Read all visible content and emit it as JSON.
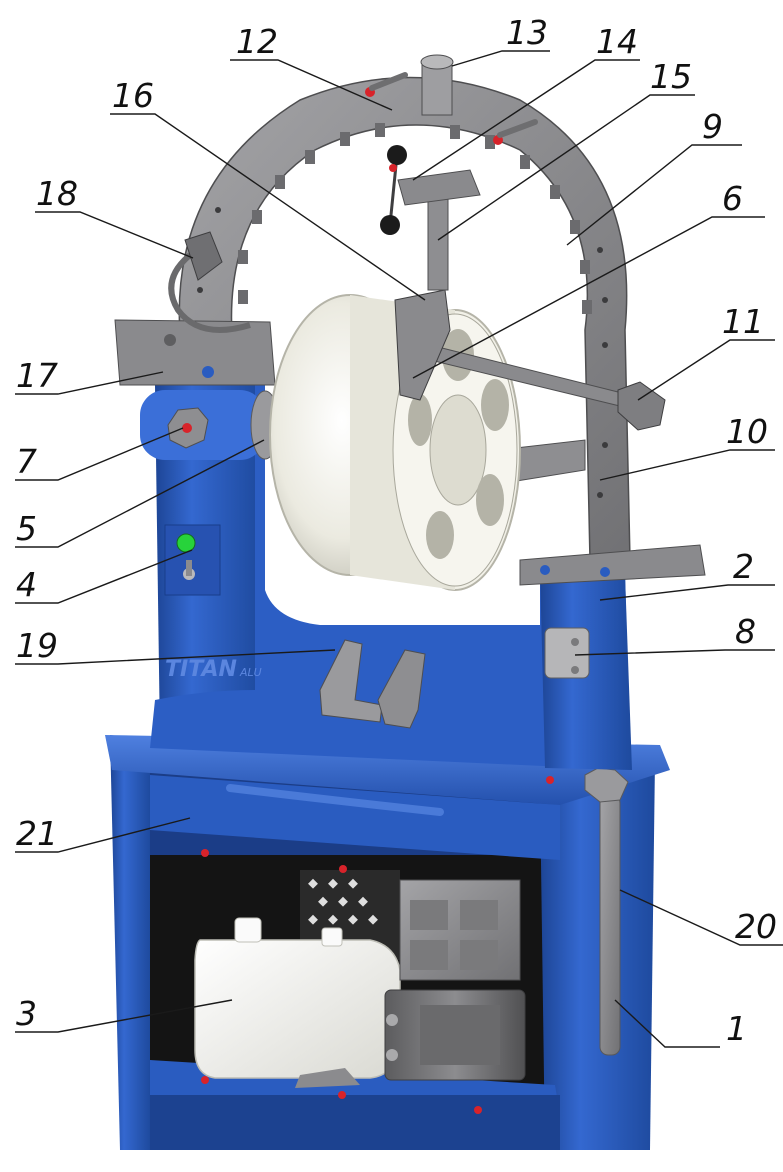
{
  "machine": {
    "brand_text": "TITAN",
    "brand_suffix": "ALU",
    "body_color": "#2d5fc4",
    "body_dark": "#1f4596",
    "frame_color": "#8b8b8e",
    "wheel_color": "#efeee6",
    "tank_color": "#f5f5f0",
    "motor_color": "#6e6e70",
    "indicator_color": "#27d33b",
    "marker_color": "#d8232a"
  },
  "callouts": [
    {
      "id": "1",
      "label": "1"
    },
    {
      "id": "2",
      "label": "2"
    },
    {
      "id": "3",
      "label": "3"
    },
    {
      "id": "4",
      "label": "4"
    },
    {
      "id": "5",
      "label": "5"
    },
    {
      "id": "6",
      "label": "6"
    },
    {
      "id": "7",
      "label": "7"
    },
    {
      "id": "8",
      "label": "8"
    },
    {
      "id": "9",
      "label": "9"
    },
    {
      "id": "10",
      "label": "10"
    },
    {
      "id": "11",
      "label": "11"
    },
    {
      "id": "12",
      "label": "12"
    },
    {
      "id": "13",
      "label": "13"
    },
    {
      "id": "14",
      "label": "14"
    },
    {
      "id": "15",
      "label": "15"
    },
    {
      "id": "16",
      "label": "16"
    },
    {
      "id": "17",
      "label": "17"
    },
    {
      "id": "18",
      "label": "18"
    },
    {
      "id": "19",
      "label": "19"
    },
    {
      "id": "20",
      "label": "20"
    },
    {
      "id": "21",
      "label": "21"
    }
  ]
}
